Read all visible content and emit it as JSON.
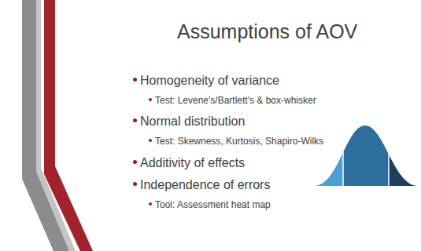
{
  "diagram": {
    "title": "Assumptions of AOV",
    "labels": [
      "Homogeneity of variance",
      "Test: Levene's/Bartlett's & box-whisker",
      "Normal distribution",
      "Test: Skewness, Kurtosis, Shapiro-Wilks",
      "Additivity of effects",
      "Independence of errors",
      "Tool: Assessment heat map"
    ]
  }
}
